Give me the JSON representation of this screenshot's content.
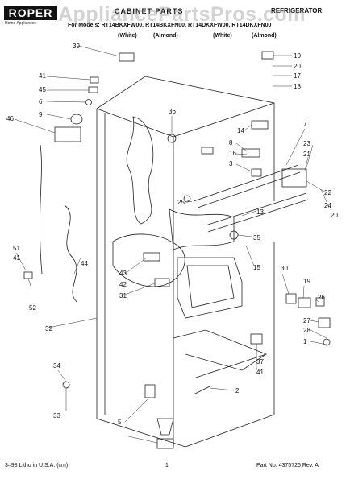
{
  "header": {
    "brand": "ROPER",
    "brand_sub": "Home Appliances",
    "title": "CABINET PARTS",
    "product": "REFRIGERATOR",
    "models": "For Models: RT14BKXFW00, RT14BKXFN00, RT14DKXFW00, RT14DKXFN00",
    "colors": [
      "(White)",
      "(Almond)",
      "(White)",
      "(Almond)"
    ]
  },
  "watermark": "AppliancePartsPros.com",
  "footer": {
    "left": "3–98 Litho in U.S.A. (cm)",
    "page": "1",
    "part_no": "Part No. 4375726 Rev. A"
  },
  "callouts": [
    "10",
    "20",
    "17",
    "18",
    "39",
    "41",
    "45",
    "6",
    "9",
    "46",
    "36",
    "14",
    "8",
    "16",
    "3",
    "7",
    "23",
    "21",
    "22",
    "24",
    "20",
    "25",
    "13",
    "35",
    "15",
    "51",
    "41",
    "52",
    "44",
    "43",
    "42",
    "31",
    "30",
    "19",
    "26",
    "27",
    "28",
    "1",
    "32",
    "37",
    "41",
    "34",
    "33",
    "2",
    "5"
  ]
}
